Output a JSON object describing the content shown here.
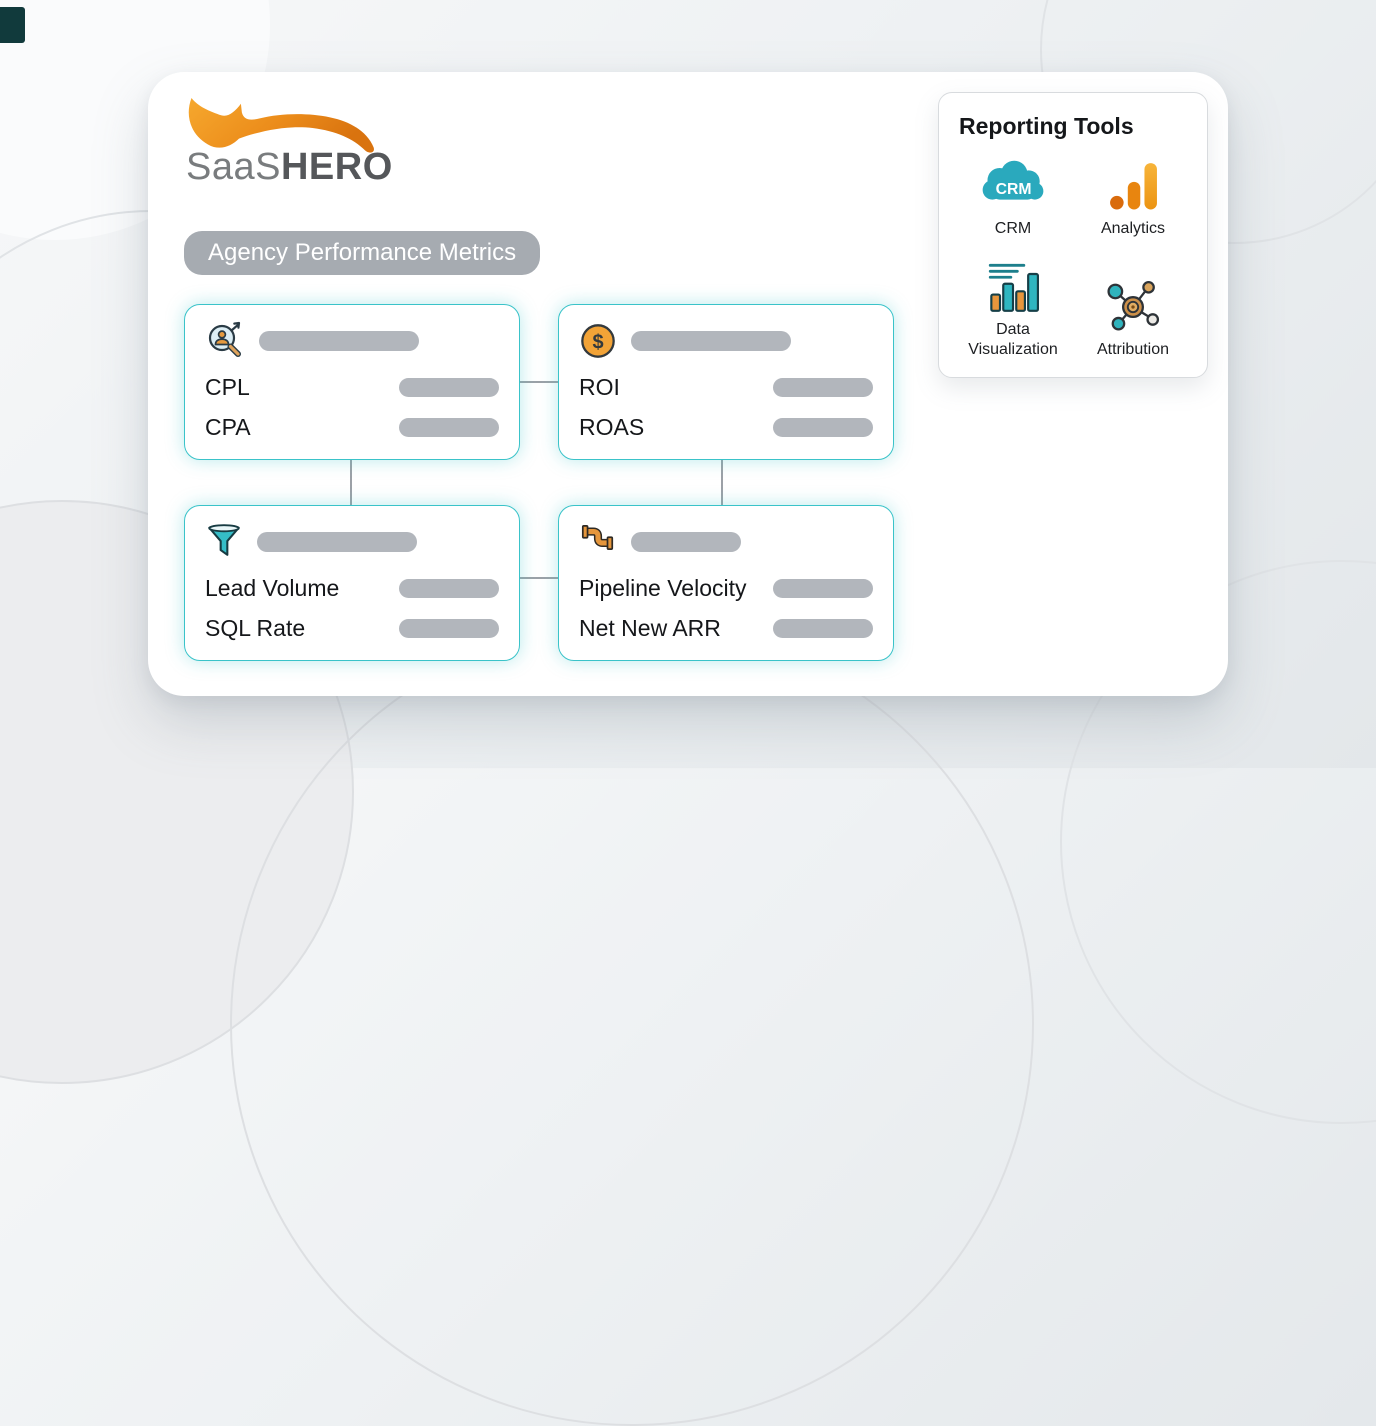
{
  "logo": {
    "brand_light": "SaaS",
    "brand_bold": "HERO"
  },
  "title_pill": {
    "label": "Agency Performance Metrics"
  },
  "diagram": {
    "cards": [
      {
        "id": "cost-metrics",
        "icon": "lead-search-icon",
        "metrics": [
          {
            "label": "CPL"
          },
          {
            "label": "CPA"
          }
        ]
      },
      {
        "id": "return-metrics",
        "icon": "dollar-icon",
        "metrics": [
          {
            "label": "ROI"
          },
          {
            "label": "ROAS"
          }
        ]
      },
      {
        "id": "funnel-metrics",
        "icon": "funnel-icon",
        "metrics": [
          {
            "label": "Lead Volume"
          },
          {
            "label": "SQL Rate"
          }
        ]
      },
      {
        "id": "pipeline-metrics",
        "icon": "pipeline-icon",
        "metrics": [
          {
            "label": "Pipeline Velocity"
          },
          {
            "label": "Net New ARR"
          }
        ]
      }
    ]
  },
  "reporting_tools": {
    "title": "Reporting Tools",
    "tools": [
      {
        "label": "CRM",
        "icon": "crm-cloud-icon",
        "badge": "CRM"
      },
      {
        "label": "Analytics",
        "icon": "analytics-bars-icon"
      },
      {
        "label": "Data Visualization",
        "icon": "data-visualization-icon"
      },
      {
        "label": "Attribution",
        "icon": "attribution-network-icon"
      }
    ]
  },
  "colors": {
    "accent_teal": "#3ac3c9",
    "accent_orange": "#ef9426",
    "placeholder_gray": "#b2b6bc",
    "pill_gray": "#a6abb1",
    "connector_gray": "#9ca1a7"
  }
}
